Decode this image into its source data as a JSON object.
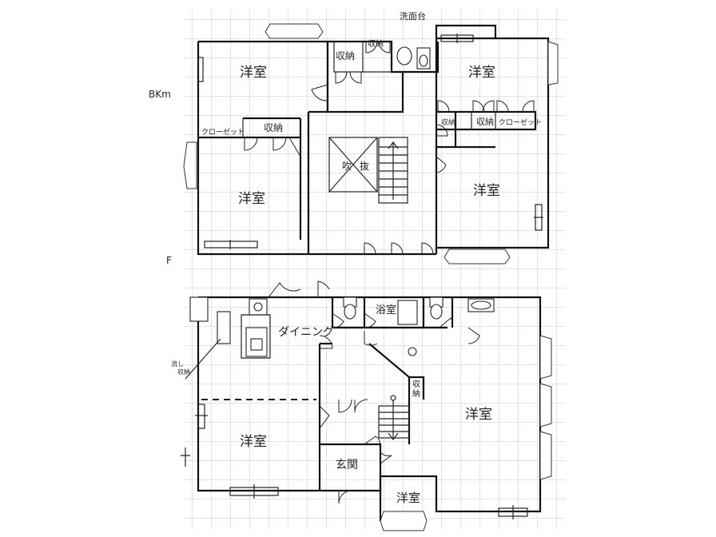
{
  "upper_floor": {
    "side_note": "BKm",
    "rooms": {
      "nw_room": "洋室",
      "ne_room": "洋室",
      "west_room": "洋室",
      "east_room": "洋室",
      "storage_1": "収納",
      "storage_2": "収納",
      "storage_3": "収納",
      "storage_4": "収納",
      "storage_5": "収納",
      "closet_west": "クローゼット",
      "closet_east": "クローゼット",
      "void_1": "吹",
      "void_2": "抜",
      "washbasin": "洗面台"
    }
  },
  "lower_floor": {
    "side_note": "F",
    "rooms": {
      "dining": "ダイニング",
      "bath": "浴室",
      "west_room": "洋室",
      "east_room": "洋室",
      "entrance": "玄関",
      "south_room": "洋室",
      "storage_1": "収",
      "storage_2": "納",
      "kitchen_note_1": "流し",
      "kitchen_note_2": "収納"
    }
  }
}
